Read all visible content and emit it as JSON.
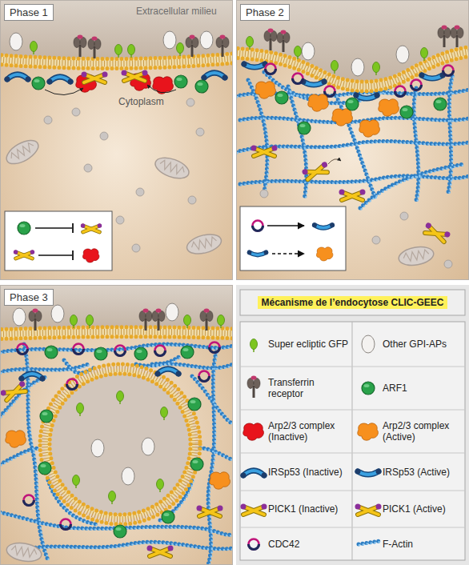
{
  "diagram": {
    "title": "Mécanisme de l’endocytose CLIC-GEEC",
    "nodes": [
      {
        "text": [
          "Phase 1"
        ]
      },
      {
        "text": [
          "Phase 2"
        ]
      },
      {
        "text": [
          "Phase 3"
        ]
      }
    ],
    "labels": [
      "Extracellular milieu",
      "Cytoplasm"
    ],
    "legend": [
      {
        "text": "Super ecliptic GFP"
      },
      {
        "text": "Other GPI-APs"
      },
      {
        "text": "Transferrin receptor"
      },
      {
        "text": "ARF1"
      },
      {
        "text": "Arp2/3 complex (Inactive)"
      },
      {
        "text": "Arp2/3 complex (Active)"
      },
      {
        "text": "IRSp53 (Inactive)"
      },
      {
        "text": "IRSp53 (Active)"
      },
      {
        "text": "PICK1 (Inactive)"
      },
      {
        "text": "PICK1 (Active)"
      },
      {
        "text": "CDC42"
      },
      {
        "text": "F-Actin"
      }
    ]
  }
}
